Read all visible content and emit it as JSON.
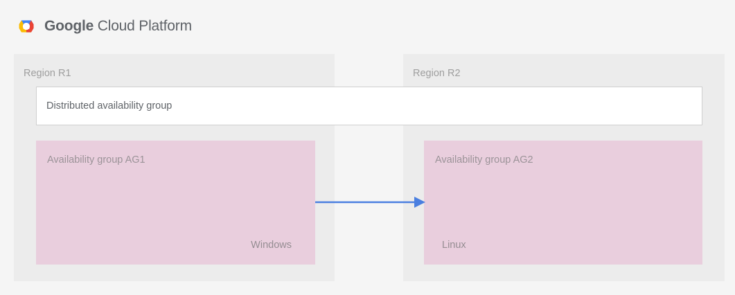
{
  "header": {
    "logo_icon": "google-cloud-platform-hexagon-icon",
    "brand_strong": "Google",
    "brand_light": " Cloud Platform",
    "colors": {
      "logo_blue": "#4285f4",
      "logo_yellow": "#fbbc05",
      "logo_red": "#ea4335",
      "logo_center": "#ffffff",
      "text": "#5f6368"
    }
  },
  "page": {
    "background": "#f5f5f5",
    "panel_background": "#ececec"
  },
  "regions": [
    {
      "id": "r1",
      "label": "Region R1"
    },
    {
      "id": "r2",
      "label": "Region R2"
    }
  ],
  "distributed_availability_group": {
    "label": "Distributed availability group",
    "background": "#ffffff",
    "border_color": "#cfcfcf",
    "text_color": "#5f6368"
  },
  "availability_groups": [
    {
      "id": "ag1",
      "title": "Availability group AG1",
      "os": "Windows",
      "region": "Region R1",
      "background": "#e9cedd"
    },
    {
      "id": "ag2",
      "title": "Availability group AG2",
      "os": "Linux",
      "region": "Region R2",
      "background": "#e9cedd"
    }
  ],
  "replication_arrow": {
    "icon": "arrow-right-icon",
    "direction": "ag1-to-ag2",
    "color": "#4a7fe0",
    "label": ""
  }
}
